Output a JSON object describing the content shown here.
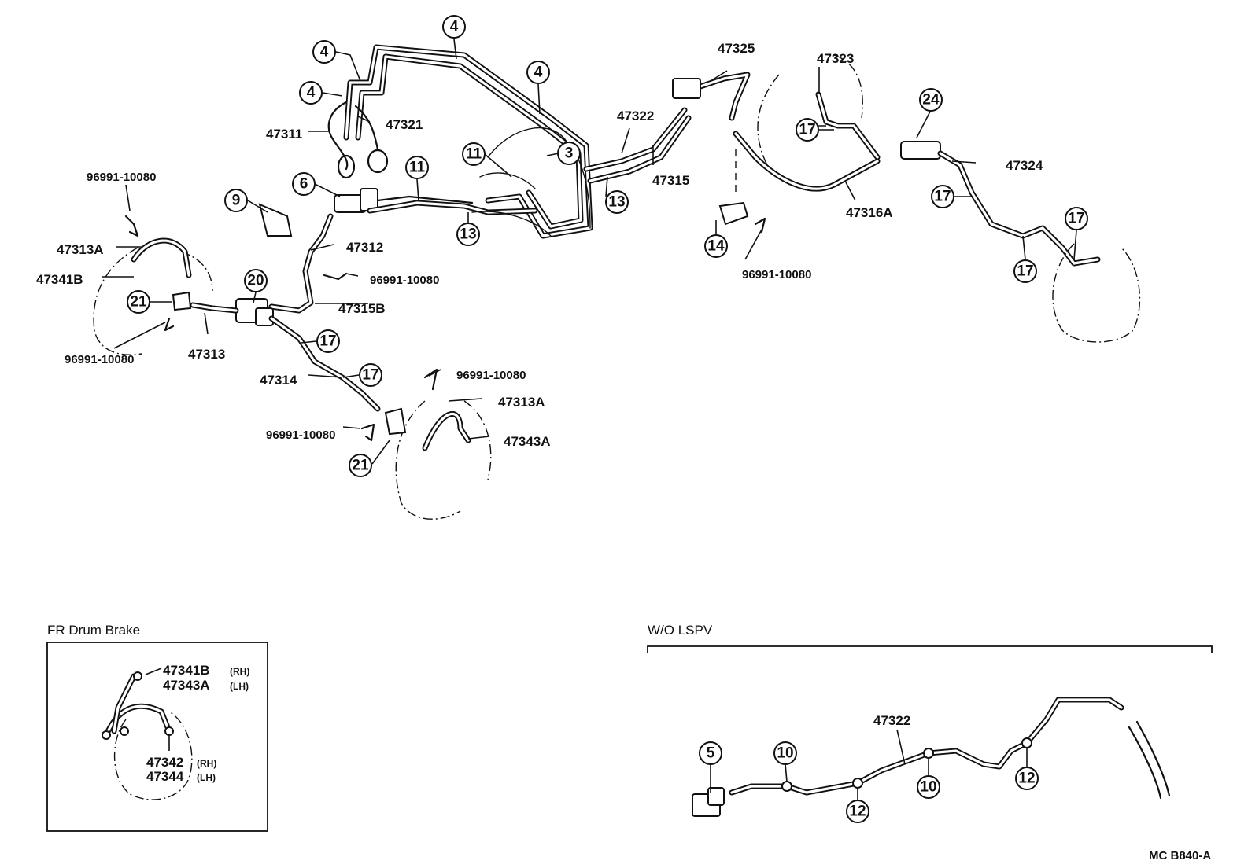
{
  "diagram": {
    "reference_code": "MC  B840-A",
    "bubbles": [
      {
        "id": "b4a",
        "text": "4"
      },
      {
        "id": "b4b",
        "text": "4"
      },
      {
        "id": "b4c",
        "text": "4"
      },
      {
        "id": "b4d",
        "text": "4"
      },
      {
        "id": "b3",
        "text": "3"
      },
      {
        "id": "b11a",
        "text": "11"
      },
      {
        "id": "b11b",
        "text": "11"
      },
      {
        "id": "b6",
        "text": "6"
      },
      {
        "id": "b9",
        "text": "9"
      },
      {
        "id": "b13a",
        "text": "13"
      },
      {
        "id": "b13b",
        "text": "13"
      },
      {
        "id": "b14",
        "text": "14"
      },
      {
        "id": "b17a",
        "text": "17"
      },
      {
        "id": "b17b",
        "text": "17"
      },
      {
        "id": "b17c",
        "text": "17"
      },
      {
        "id": "b17d",
        "text": "17"
      },
      {
        "id": "b17e",
        "text": "17"
      },
      {
        "id": "b17f",
        "text": "17"
      },
      {
        "id": "b20",
        "text": "20"
      },
      {
        "id": "b21a",
        "text": "21"
      },
      {
        "id": "b21b",
        "text": "21"
      },
      {
        "id": "b24",
        "text": "24"
      },
      {
        "id": "b5",
        "text": "5"
      },
      {
        "id": "b10a",
        "text": "10"
      },
      {
        "id": "b10b",
        "text": "10"
      },
      {
        "id": "b12a",
        "text": "12"
      },
      {
        "id": "b12b",
        "text": "12"
      }
    ],
    "labels": {
      "p47325": "47325",
      "p47323": "47323",
      "p47322": "47322",
      "p47315": "47315",
      "p47321": "47321",
      "p47311": "47311",
      "p47324": "47324",
      "p47316A": "47316A",
      "p47312": "47312",
      "p47315B": "47315B",
      "p47313": "47313",
      "p47314": "47314",
      "p47313A_top": "47313A",
      "p47341B": "47341B",
      "p47313A_low": "47313A",
      "p47343A": "47343A",
      "clip_a": "96991-10080",
      "clip_b": "96991-10080",
      "clip_c": "96991-10080",
      "clip_d": "96991-10080",
      "clip_e": "96991-10080",
      "clip_f": "96991-10080",
      "lspv_47322": "47322"
    },
    "inset_fr_drum": {
      "title": "FR Drum Brake",
      "line1_part": "47341B",
      "line1_side": "(RH)",
      "line2_part": "47343A",
      "line2_side": "(LH)",
      "line3_part": "47342",
      "line3_side": "(RH)",
      "line4_part": "47344",
      "line4_side": "(LH)"
    },
    "inset_wo_lspv": {
      "title": "W/O LSPV"
    }
  }
}
